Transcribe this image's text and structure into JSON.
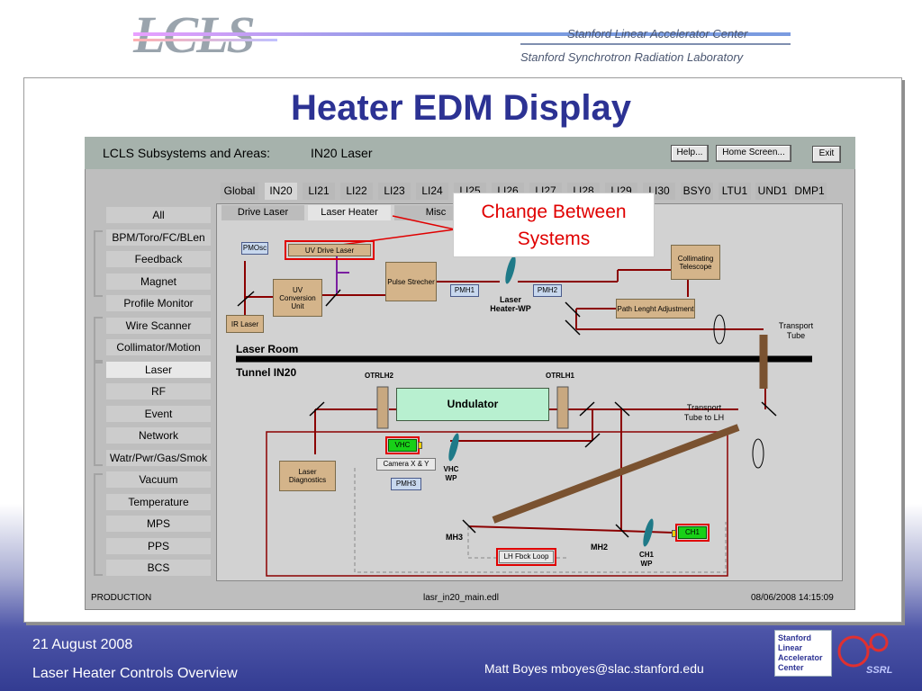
{
  "header": {
    "logo_text": "LCLS",
    "org1": "Stanford Linear Accelerator Center",
    "org2": "Stanford Synchrotron Radiation Laboratory"
  },
  "slide_title": "Heater EDM Display",
  "edm": {
    "heading": "LCLS Subsystems and Areas:",
    "area": "IN20 Laser",
    "buttons": {
      "help": "Help...",
      "home": "Home Screen...",
      "exit": "Exit"
    },
    "tabs": [
      "Global",
      "IN20",
      "LI21",
      "LI22",
      "LI23",
      "LI24",
      "LI25",
      "LI26",
      "LI27",
      "LI28",
      "LI29",
      "LI30",
      "BSY0",
      "LTU1",
      "UND1",
      "DMP1"
    ],
    "sidebar": [
      "All",
      "BPM/Toro/FC/BLen",
      "Feedback",
      "Magnet",
      "Profile Monitor",
      "Wire Scanner",
      "Collimator/Motion",
      "Laser",
      "RF",
      "Event",
      "Network",
      "Watr/Pwr/Gas/Smok",
      "Vacuum",
      "Temperature",
      "MPS",
      "PPS",
      "BCS"
    ],
    "subtabs": [
      "Drive Laser",
      "Laser Heater",
      "Misc"
    ],
    "diagram": {
      "pmosc": "PMOsc",
      "uv_drive_laser": "UV Drive Laser",
      "ir_laser": "IR Laser",
      "uv_conversion": "UV Conversion Unit",
      "pulse_stretcher": "Pulse Strecher",
      "pmh1": "PMH1",
      "pmh2": "PMH2",
      "pmh3": "PMH3",
      "laser_heater_wp": "Laser Heater-WP",
      "collimating": "Collimating Telescope",
      "path_length": "Path Lenght Adjustment",
      "transport_tube": "Transport Tube",
      "laser_room": "Laser Room",
      "tunnel": "Tunnel IN20",
      "otrlh2": "OTRLH2",
      "otrlh1": "OTRLH1",
      "undulator": "Undulator",
      "transport_tube_lh": "Transport Tube to LH",
      "vhc": "VHC",
      "camera": "Camera X & Y",
      "vhc_wp": "VHC WP",
      "laser_diag": "Laser Diagnostics",
      "mh3": "MH3",
      "mh2": "MH2",
      "ch1": "CH1",
      "ch1_wp": "CH1 WP",
      "lh_fbck": "LH Fbck Loop"
    },
    "status": {
      "mode": "PRODUCTION",
      "file": "lasr_in20_main.edl",
      "datetime": "08/06/2008 14:15:09"
    }
  },
  "callout": {
    "line1": "Change Between",
    "line2": "Systems"
  },
  "footer": {
    "date": "21 August 2008",
    "talk": "Laser Heater Controls Overview",
    "author": "Matt Boyes mboyes@slac.stanford.edu",
    "slac_logo": [
      "Stanford",
      "Linear",
      "Accelerator",
      "Center"
    ],
    "ssrl": "SSRL"
  },
  "colors": {
    "title": "#2c3293",
    "callout": "#e00000",
    "beam": "#8b0000",
    "hud": "#a6b2ac"
  }
}
